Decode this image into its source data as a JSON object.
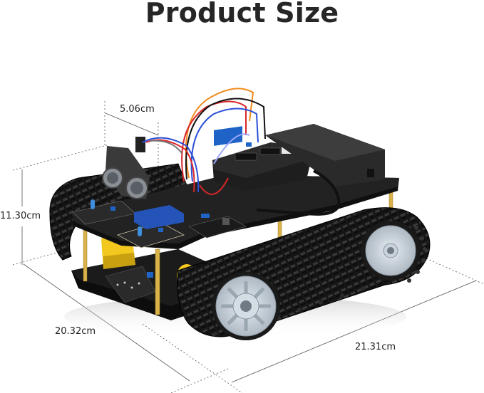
{
  "title": "Product Size",
  "dimensions": {
    "depth_label": "5.06cm",
    "height_label": "11.30cm",
    "width_label": "20.32cm",
    "length_label": "21.31cm"
  },
  "image": {
    "subject": "tank-robot-car-kit",
    "components": [
      "ultrasonic-sensor",
      "servo",
      "control-board",
      "battery-box",
      "crawler-tracks",
      "drive-wheels",
      "brass-standoffs",
      "yellow-gear-motors",
      "line-tracking-sensor",
      "led-modules"
    ]
  },
  "colors": {
    "title": "#262626",
    "dimension_line": "#555555",
    "track": "#1a1a1a",
    "wheel": "#c9d2da",
    "standoff": "#d9b24a",
    "motor": "#f2c81e",
    "board_blue": "#1f63c6"
  }
}
